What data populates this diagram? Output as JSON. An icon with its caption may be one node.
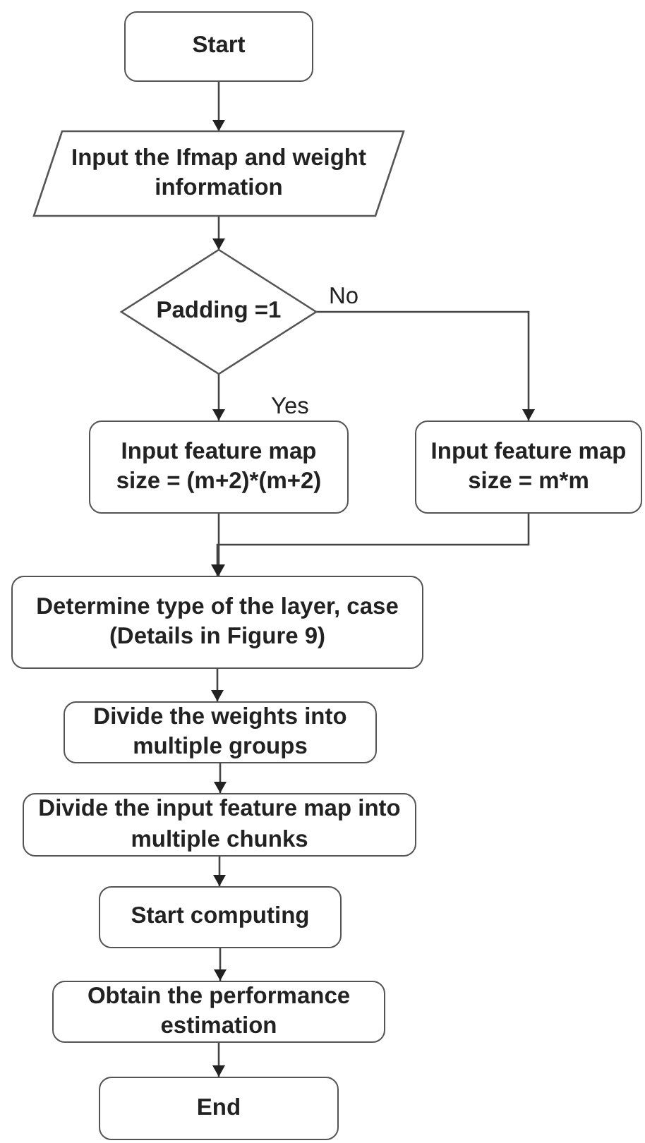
{
  "diagram": {
    "nodes": [
      {
        "text": [
          "Start"
        ]
      },
      {
        "text": [
          "Input the Ifmap and weight information"
        ]
      },
      {
        "text": [
          "Padding =1"
        ]
      },
      {
        "text": [
          "Input feature map size = (m+2)*(m+2)"
        ]
      },
      {
        "text": [
          "Input feature map size = m*m"
        ]
      },
      {
        "text": [
          "Determine type of the layer, case (Details in Figure 9)"
        ]
      },
      {
        "text": [
          "Divide the weights into multiple groups"
        ]
      },
      {
        "text": [
          "Divide the input feature map into multiple chunks"
        ]
      },
      {
        "text": [
          "Start computing"
        ]
      },
      {
        "text": [
          "Obtain the performance estimation"
        ]
      },
      {
        "text": [
          "End"
        ]
      }
    ],
    "edges": [
      {
        "from": 0,
        "to": 1,
        "arrow": "to"
      },
      {
        "from": 1,
        "to": 2,
        "arrow": "to"
      },
      {
        "from": 2,
        "to": 3,
        "arrow": "to",
        "label": "Yes"
      },
      {
        "from": 2,
        "to": 4,
        "arrow": "to",
        "label": "No"
      },
      {
        "from": 3,
        "to": 5,
        "arrow": "to"
      },
      {
        "from": 4,
        "to": 5,
        "arrow": "to"
      },
      {
        "from": 5,
        "to": 6,
        "arrow": "to"
      },
      {
        "from": 6,
        "to": 7,
        "arrow": "to"
      },
      {
        "from": 7,
        "to": 8,
        "arrow": "to"
      },
      {
        "from": 8,
        "to": 9,
        "arrow": "to"
      },
      {
        "from": 9,
        "to": 10,
        "arrow": "to"
      }
    ]
  }
}
